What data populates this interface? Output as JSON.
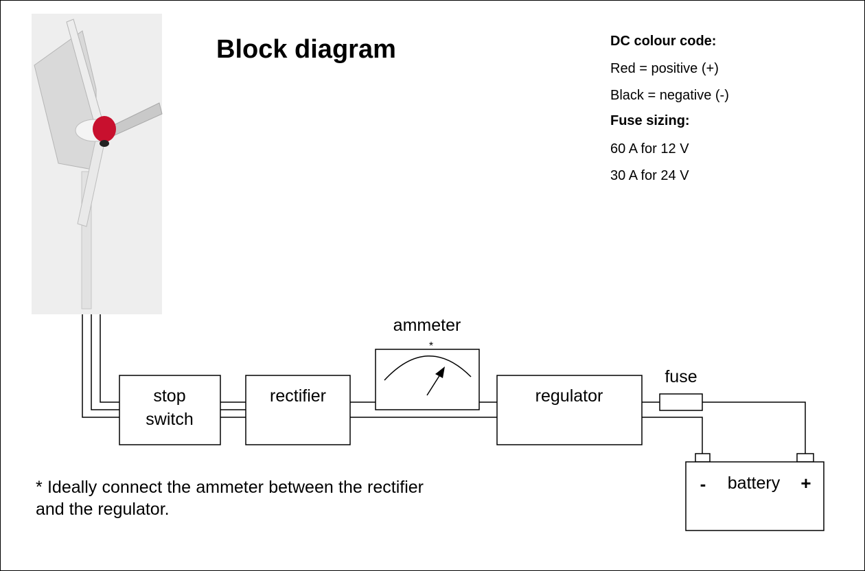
{
  "title": "Block diagram",
  "legend": {
    "colour_heading": "DC colour code:",
    "colour_lines": [
      "Red = positive (+)",
      "Black = negative (-)"
    ],
    "fuse_heading": "Fuse sizing:",
    "fuse_lines": [
      "60 A for 12 V",
      "30 A for 24 V"
    ]
  },
  "blocks": {
    "stop_switch": [
      "stop",
      "switch"
    ],
    "rectifier": "rectifier",
    "ammeter": "ammeter",
    "ammeter_mark": "*",
    "regulator": "regulator",
    "fuse": "fuse",
    "battery": "battery",
    "battery_minus": "-",
    "battery_plus": "+"
  },
  "footnote": "* Ideally connect the ammeter between the rectifier and the regulator.",
  "colors": {
    "line": "#000000",
    "background": "#ffffff",
    "turbine_body": "#e6e6e6",
    "turbine_hub": "#c8102e"
  },
  "icons": [
    "wind-turbine-illustration",
    "ammeter-gauge-icon"
  ]
}
